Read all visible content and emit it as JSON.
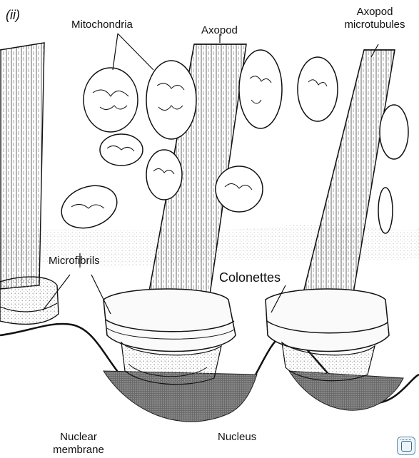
{
  "labels": {
    "panel": "(ii)",
    "mitochondria": "Mitochondria",
    "axopod": "Axopod",
    "axopod_microtubules_1": "Axopod",
    "axopod_microtubules_2": "microtubules",
    "microfibrils": "Microfibrils",
    "colonettes": "Colonettes",
    "nuclear_membrane_1": "Nuclear",
    "nuclear_membrane_2": "membrane",
    "nucleus": "Nucleus"
  },
  "colors": {
    "ink": "#111111",
    "stipple": "#7a7a7a",
    "nucleus_fill": "#5a5a5a",
    "background": "#ffffff"
  },
  "icons": [
    "corner-badge-icon"
  ]
}
